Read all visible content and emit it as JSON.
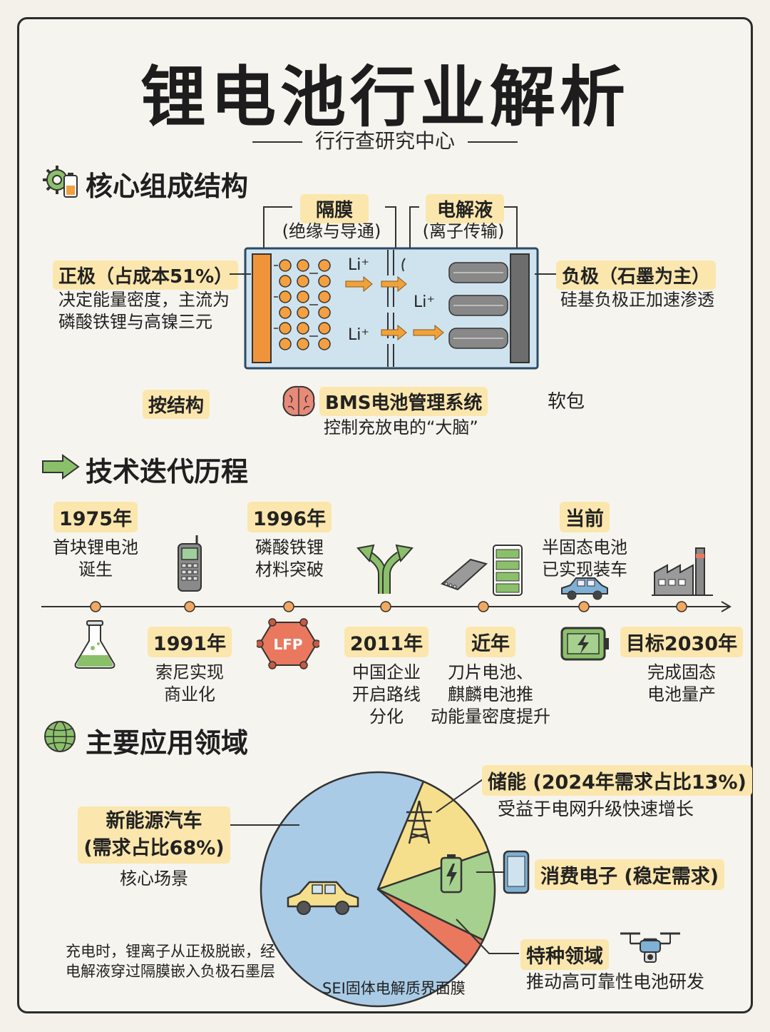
{
  "title": "锂电池行业解析",
  "subtitle": "行行查研究中心",
  "sections": {
    "structure": "核心组成结构",
    "timeline": "技术迭代历程",
    "applications": "主要应用领域"
  },
  "structure": {
    "separator_title": "隔膜",
    "separator_desc": "(绝缘与导通)",
    "electrolyte_title": "电解液",
    "electrolyte_desc": "(离子传输)",
    "cathode_title": "正极（占成本51%）",
    "cathode_desc1": "决定能量密度，主流为",
    "cathode_desc2": "磷酸铁锂与高镍三元",
    "anode_title": "负极（石墨为主）",
    "anode_desc": "硅基负极正加速渗透",
    "li_label": "Li⁺",
    "by_structure": "按结构",
    "bms_title": "BMS电池管理系统",
    "bms_desc": "控制充放电的“大脑”",
    "soft_pack": "软包"
  },
  "timeline": [
    {
      "year": "1975年",
      "lines": [
        "首块锂电池",
        "诞生"
      ]
    },
    {
      "year": "1991年",
      "lines": [
        "索尼实现",
        "商业化"
      ]
    },
    {
      "year": "1996年",
      "lines": [
        "磷酸铁锂",
        "材料突破"
      ]
    },
    {
      "year": "2011年",
      "lines": [
        "中国企业",
        "开启路线",
        "分化"
      ]
    },
    {
      "year": "近年",
      "lines": [
        "刀片电池、",
        "麒麟电池推",
        "动能量密度提升"
      ]
    },
    {
      "year": "当前",
      "lines": [
        "半固态电池",
        "已实现装车"
      ]
    },
    {
      "year": "目标2030年",
      "lines": [
        "完成固态",
        "电池量产"
      ]
    }
  ],
  "lfp_label": "LFP",
  "applications": {
    "ev_title1": "新能源汽车",
    "ev_title2": "(需求占比68%)",
    "ev_desc": "核心场景",
    "storage_title": "储能 (2024年需求占比13%)",
    "storage_desc": "受益于电网升级快速增长",
    "consumer_title": "消费电子 (稳定需求)",
    "special_title": "特种领域",
    "special_desc": "推动高可靠性电池研发",
    "note1": "充电时，锂离子从正极脱嵌，经",
    "note2": "电解液穿过隔膜嵌入负极石墨层",
    "sei": "SEI固体电解质界面膜"
  },
  "chart_data": {
    "type": "pie",
    "categories": [
      "新能源汽车",
      "储能",
      "消费电子",
      "特种领域"
    ],
    "values": [
      68,
      13,
      12,
      4
    ],
    "colors": [
      "#a9cbe6",
      "#f6df8c",
      "#a6d08e",
      "#e9785e"
    ]
  }
}
